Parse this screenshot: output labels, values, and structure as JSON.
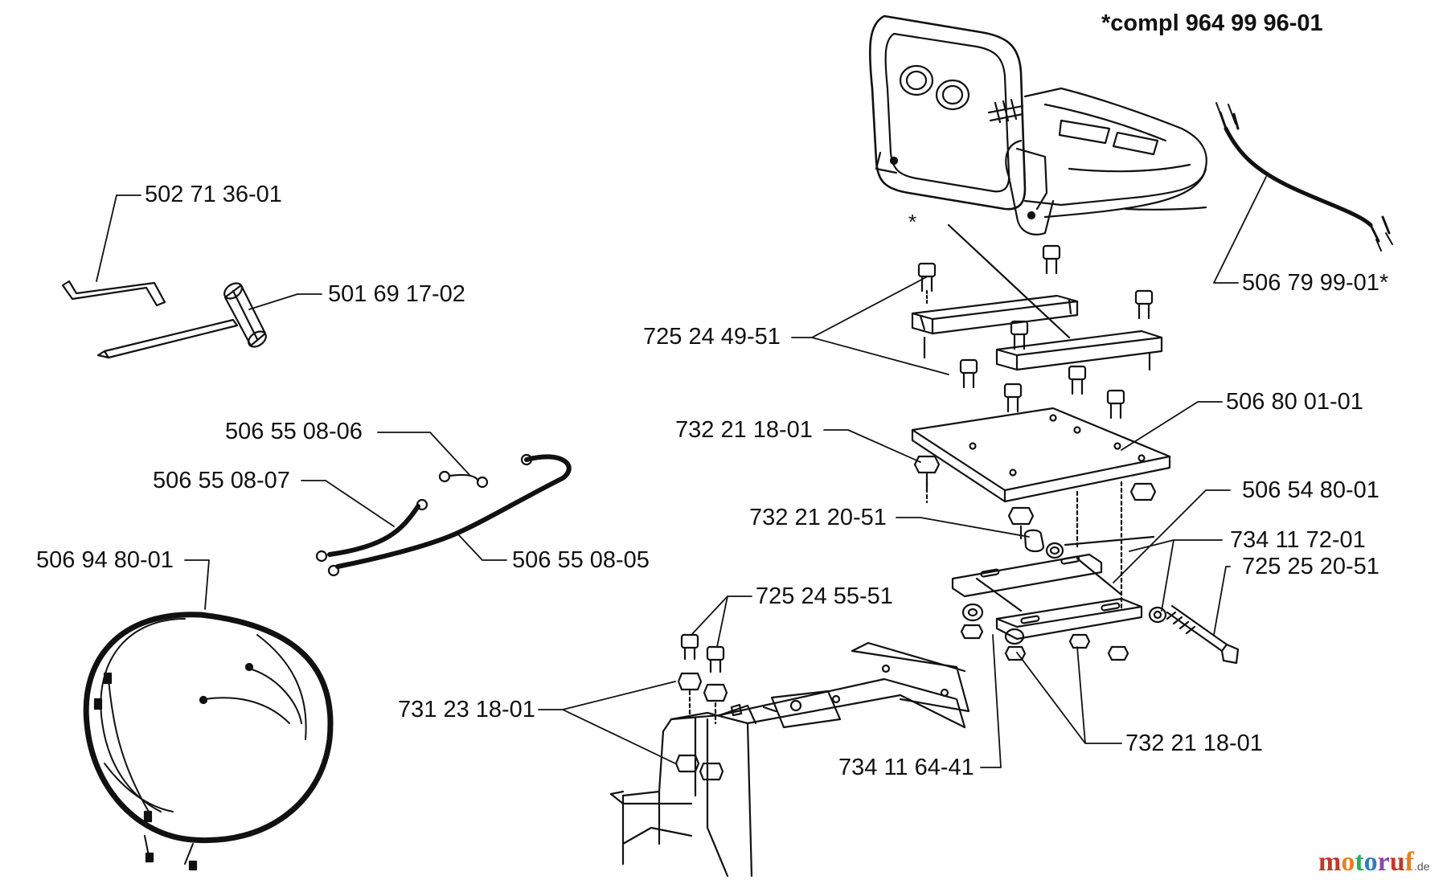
{
  "header": {
    "complete_note": "*compl 964 99 96-01"
  },
  "seat_marker": "*",
  "labels": {
    "p_502_71_36_01": "502 71 36-01",
    "p_501_69_17_02": "501 69 17-02",
    "p_506_55_08_06": "506 55 08-06",
    "p_506_55_08_07": "506 55 08-07",
    "p_506_55_08_05": "506 55 08-05",
    "p_506_94_80_01": "506 94 80-01",
    "p_725_24_49_51": "725 24 49-51",
    "p_732_21_18_01_top": "732 21 18-01",
    "p_506_80_01_01": "506 80 01-01",
    "p_732_21_20_51": "732 21 20-51",
    "p_506_54_80_01": "506 54 80-01",
    "p_734_11_72_01": "734 11 72-01",
    "p_725_25_20_51": "725 25 20-51",
    "p_725_24_55_51": "725 24 55-51",
    "p_731_23_18_01": "731 23 18-01",
    "p_732_21_18_01_bottom": "732 21 18-01",
    "p_734_11_64_41": "734 11 64-41",
    "p_506_79_99_01": "506 79 99-01*"
  },
  "watermark": {
    "brand": "motoruf",
    "tld": ".de",
    "colors": [
      "#c0392b",
      "#e67e22",
      "#27ae60",
      "#2980b9",
      "#8e44ad"
    ]
  }
}
